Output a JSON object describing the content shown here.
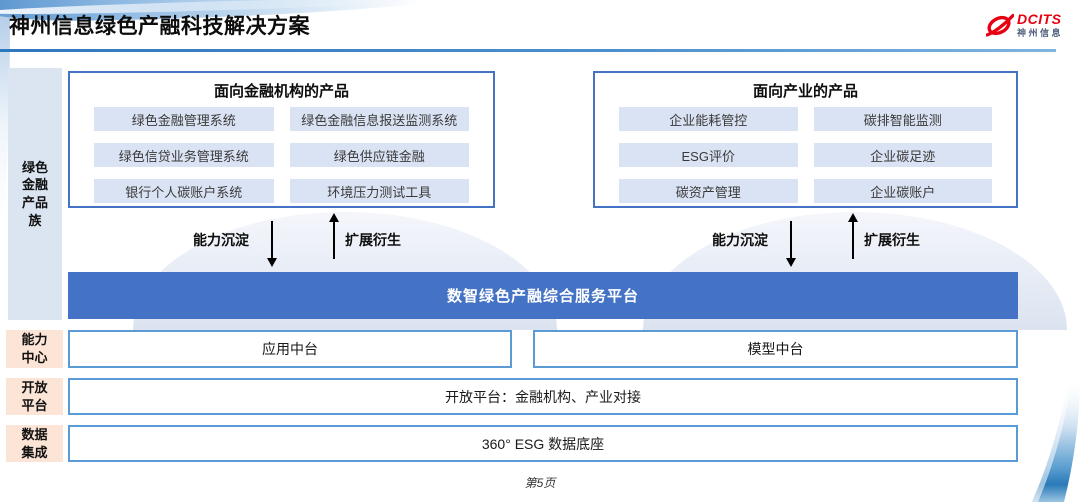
{
  "header": {
    "title": "神州信息绿色产融科技解决方案"
  },
  "logo": {
    "brand": "DCITS",
    "company": "神州信息",
    "icon": "dcits-swoosh-icon",
    "brand_color": "#e60012",
    "company_color": "#51607f"
  },
  "left_rail": {
    "product_family_label": "绿色金融产品族",
    "capability_label": "能力中心",
    "open_platform_label": "开放平台",
    "data_label": "数据集成"
  },
  "finance_products": {
    "title": "面向金融机构的产品",
    "items": [
      "绿色金融管理系统",
      "绿色金融信息报送监测系统",
      "绿色信贷业务管理系统",
      "绿色供应链金融",
      "银行个人碳账户系统",
      "环境压力测试工具"
    ]
  },
  "industry_products": {
    "title": "面向产业的产品",
    "items": [
      "企业能耗管控",
      "碳排智能监测",
      "ESG评价",
      "企业碳足迹",
      "碳资产管理",
      "企业碳账户"
    ]
  },
  "flow": {
    "down_label": "能力沉淀",
    "up_label": "扩展衍生"
  },
  "platform": {
    "banner": "数智绿色产融综合服务平台"
  },
  "capability_center": {
    "items": [
      "应用中台",
      "模型中台"
    ]
  },
  "open_platform": {
    "content": "开放平台：金融机构、产业对接"
  },
  "data_integration": {
    "content": "360° ESG 数据底座"
  },
  "footer": {
    "page": "第5页"
  },
  "colors": {
    "banner_blue": "#4472c4",
    "box_border_blue": "#4472c4",
    "item_bg": "#dae3f3",
    "rail_blue_bg": "#dbe5f1",
    "rail_peach_bg": "#fce4d6",
    "row_border_blue": "#5b9bd5",
    "logo_red": "#e60012"
  }
}
